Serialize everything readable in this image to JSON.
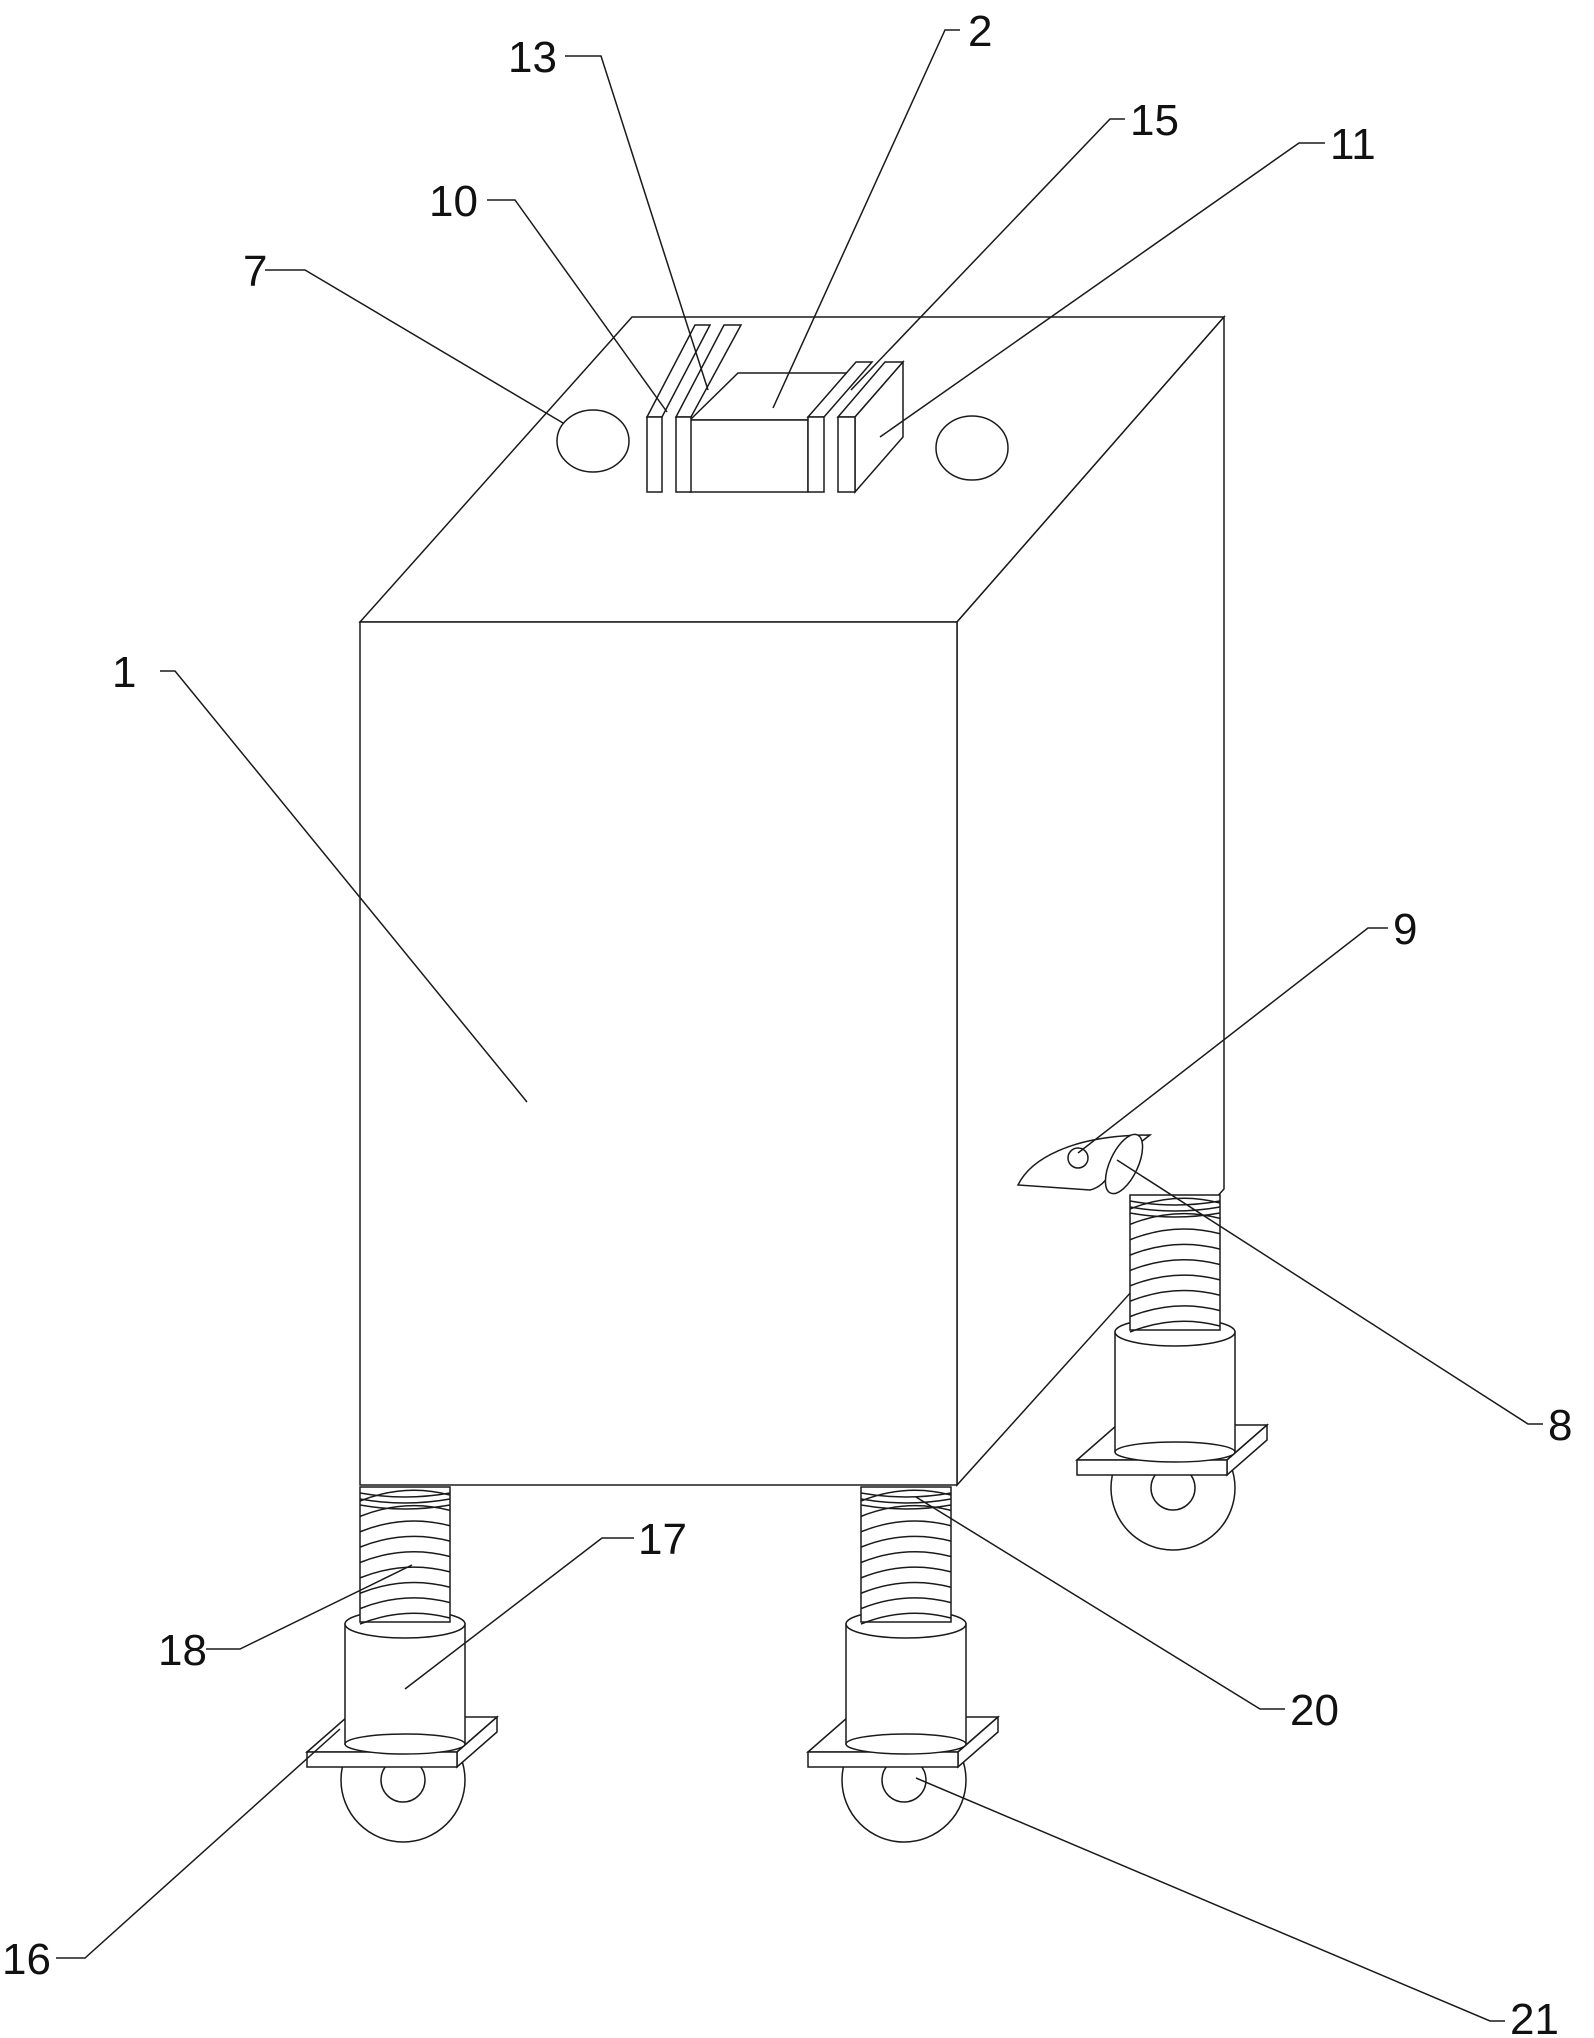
{
  "figure": {
    "type": "patent-style line drawing",
    "line_color": "#1a1a1a",
    "background": "#ffffff",
    "callouts": [
      {
        "id": "c1",
        "label": "1"
      },
      {
        "id": "c2",
        "label": "2"
      },
      {
        "id": "c7",
        "label": "7"
      },
      {
        "id": "c8",
        "label": "8"
      },
      {
        "id": "c9",
        "label": "9"
      },
      {
        "id": "c10",
        "label": "10"
      },
      {
        "id": "c11",
        "label": "11"
      },
      {
        "id": "c13",
        "label": "13"
      },
      {
        "id": "c15",
        "label": "15"
      },
      {
        "id": "c16",
        "label": "16"
      },
      {
        "id": "c17",
        "label": "17"
      },
      {
        "id": "c18",
        "label": "18"
      },
      {
        "id": "c20",
        "label": "20"
      },
      {
        "id": "c21",
        "label": "21"
      }
    ]
  }
}
